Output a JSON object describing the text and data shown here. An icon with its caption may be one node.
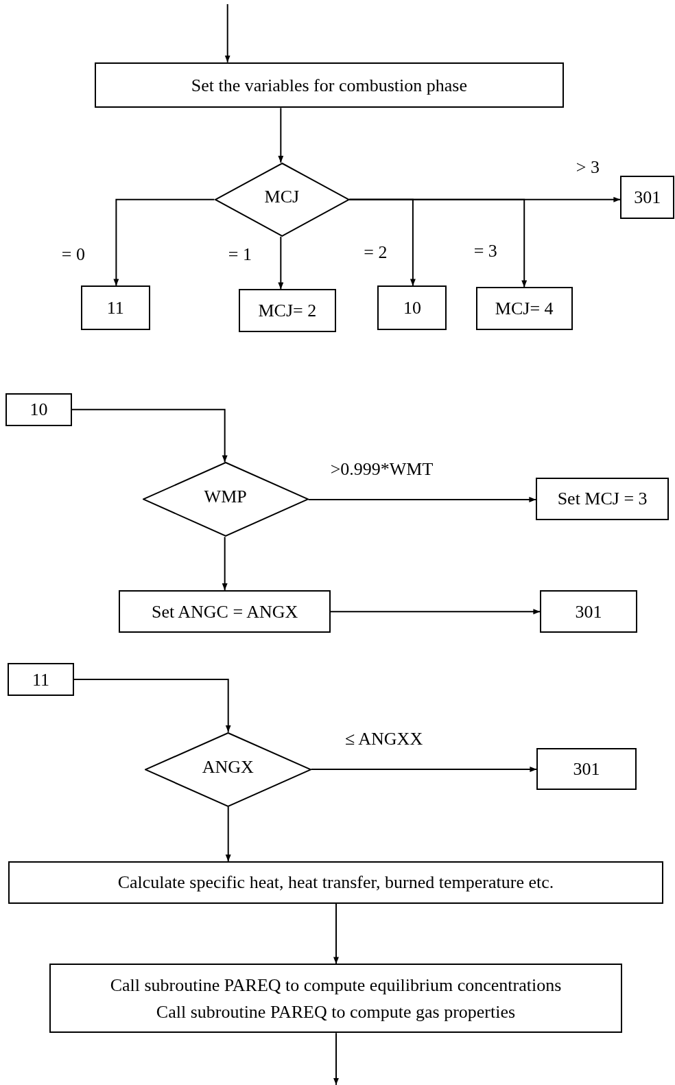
{
  "diagram": {
    "nodes": [
      {
        "text": [
          "Set the variables for combustion phase"
        ]
      },
      {
        "text": [
          "MCJ"
        ]
      },
      {
        "text": [
          "11"
        ]
      },
      {
        "text": [
          "MCJ= 2"
        ]
      },
      {
        "text": [
          "10"
        ]
      },
      {
        "text": [
          "MCJ= 4"
        ]
      },
      {
        "text": [
          "301"
        ]
      },
      {
        "text": [
          "10"
        ]
      },
      {
        "text": [
          "WMP"
        ]
      },
      {
        "text": [
          "Set MCJ = 3"
        ]
      },
      {
        "text": [
          "Set ANGC = ANGX"
        ]
      },
      {
        "text": [
          "301"
        ]
      },
      {
        "text": [
          "11"
        ]
      },
      {
        "text": [
          "ANGX"
        ]
      },
      {
        "text": [
          "301"
        ]
      },
      {
        "text": [
          "Calculate specific heat, heat transfer, burned temperature etc."
        ]
      },
      {
        "text": [
          "Call subroutine PAREQ to compute equilibrium concentrations",
          "Call subroutine PAREQ to compute gas properties"
        ]
      }
    ],
    "edges": [
      {
        "from": null,
        "to": 0,
        "arrow": "to"
      },
      {
        "from": 0,
        "to": 1,
        "arrow": "to"
      },
      {
        "from": 1,
        "to": 2,
        "arrow": "to",
        "label": "= 0"
      },
      {
        "from": 1,
        "to": 3,
        "arrow": "to",
        "label": "= 1"
      },
      {
        "from": 1,
        "to": 4,
        "arrow": "to",
        "label": "= 2"
      },
      {
        "from": 1,
        "to": 5,
        "arrow": "to",
        "label": "= 3"
      },
      {
        "from": 1,
        "to": 6,
        "arrow": "to",
        "label": "> 3"
      },
      {
        "from": 7,
        "to": 8,
        "arrow": "to"
      },
      {
        "from": 8,
        "to": 9,
        "arrow": "to",
        "label": ">0.999*WMT"
      },
      {
        "from": 8,
        "to": 10,
        "arrow": "to"
      },
      {
        "from": 10,
        "to": 11,
        "arrow": "to"
      },
      {
        "from": 12,
        "to": 13,
        "arrow": "to"
      },
      {
        "from": 13,
        "to": 14,
        "arrow": "to",
        "label": "≤ ANGXX"
      },
      {
        "from": 13,
        "to": 15,
        "arrow": "to"
      },
      {
        "from": 15,
        "to": 16,
        "arrow": "to"
      },
      {
        "from": 16,
        "to": null,
        "arrow": "to"
      }
    ]
  }
}
